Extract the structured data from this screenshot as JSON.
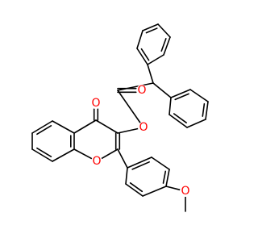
{
  "molecule": {
    "atom_labels": {
      "ketone_oxygen": "O",
      "ester_oxygen": "O",
      "carbonyl_oxygen": "O",
      "ring_oxygen": "O",
      "methoxy_oxygen": "O"
    },
    "colors": {
      "bond": "#000000",
      "oxygen": "#ff0000",
      "background": "#ffffff"
    }
  }
}
